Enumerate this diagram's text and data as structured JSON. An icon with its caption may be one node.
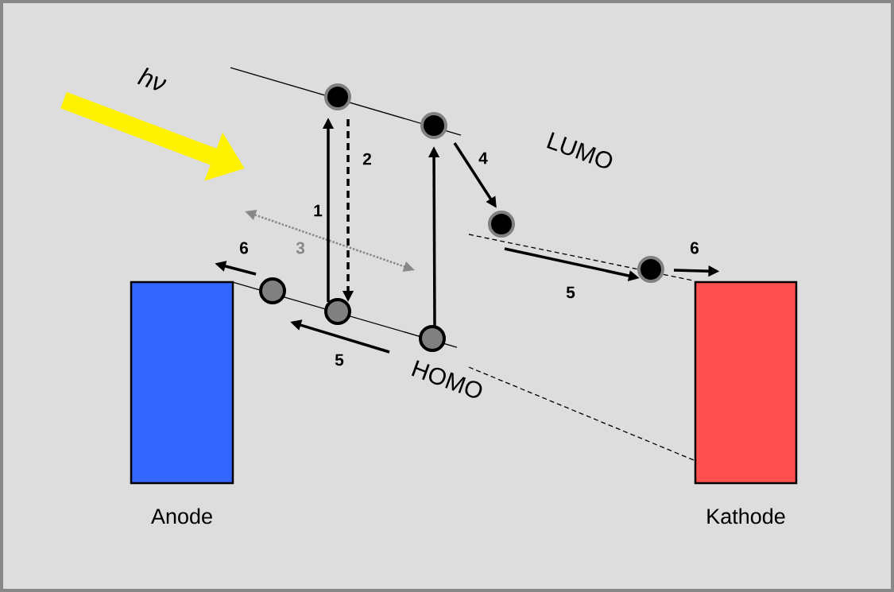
{
  "diagram": {
    "nodes": [
      {
        "text": [],
        "shape": "circle"
      },
      {
        "text": [],
        "shape": "circle"
      },
      {
        "text": [],
        "shape": "circle"
      },
      {
        "text": [],
        "shape": "circle"
      },
      {
        "text": [],
        "shape": "circle"
      },
      {
        "text": [],
        "shape": "circle"
      },
      {
        "text": [],
        "shape": "circle"
      },
      {
        "text": [
          "Anode"
        ]
      },
      {
        "text": [
          "Kathode"
        ]
      }
    ],
    "edges": [
      {
        "from": 5,
        "to": 0,
        "arrow": "to",
        "label": "1"
      },
      {
        "from": 0,
        "to": 5,
        "arrow": "to",
        "label": "2",
        "style": "dashed"
      },
      {
        "from": 6,
        "to": 1,
        "arrow": "to"
      },
      {
        "from": 1,
        "to": 2,
        "arrow": "to",
        "label": "4"
      },
      {
        "from": 2,
        "to": 3,
        "arrow": "to",
        "label": "5"
      },
      {
        "from": 6,
        "to": 4,
        "arrow": "to",
        "label": "5"
      },
      {
        "from": 3,
        "to": 8,
        "arrow": "to",
        "label": "6"
      },
      {
        "from": 4,
        "to": 7,
        "arrow": "to",
        "label": "6"
      }
    ],
    "labels": [
      "hν",
      "LUMO",
      "3",
      "HOMO"
    ]
  }
}
